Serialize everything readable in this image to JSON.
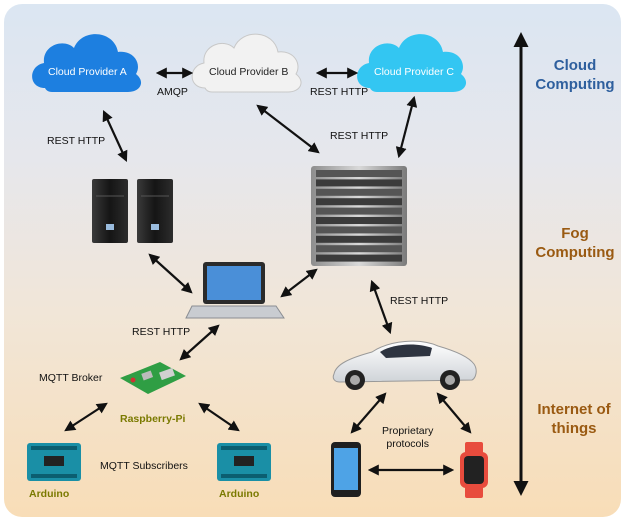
{
  "clouds": {
    "a": {
      "label": "Cloud Provider A",
      "color": "#1d7fe0"
    },
    "b": {
      "label": "Cloud Provider B",
      "color": "#f2f2f2"
    },
    "c": {
      "label": "Cloud Provider C",
      "color": "#33c6f2"
    }
  },
  "links": {
    "amqp": "AMQP",
    "rest_top": "REST HTTP",
    "rest_left": "REST HTTP",
    "rest_mid": "REST HTTP",
    "rest_car": "REST HTTP",
    "rest_laptop": "REST HTTP",
    "proprietary": "Proprietary\nprotocols"
  },
  "devices": {
    "mqtt_broker": "MQTT Broker",
    "raspberry": "Raspberry-Pi",
    "mqtt_subscribers": "MQTT Subscribers",
    "arduino_left": "Arduino",
    "arduino_right": "Arduino"
  },
  "tiers": {
    "cloud": {
      "label": "Cloud\nComputing",
      "color": "#2e5f9e"
    },
    "fog": {
      "label": "Fog\nComputing",
      "color": "#9a5a12"
    },
    "iot": {
      "label": "Internet of\nthings",
      "color": "#9a5a12"
    }
  }
}
